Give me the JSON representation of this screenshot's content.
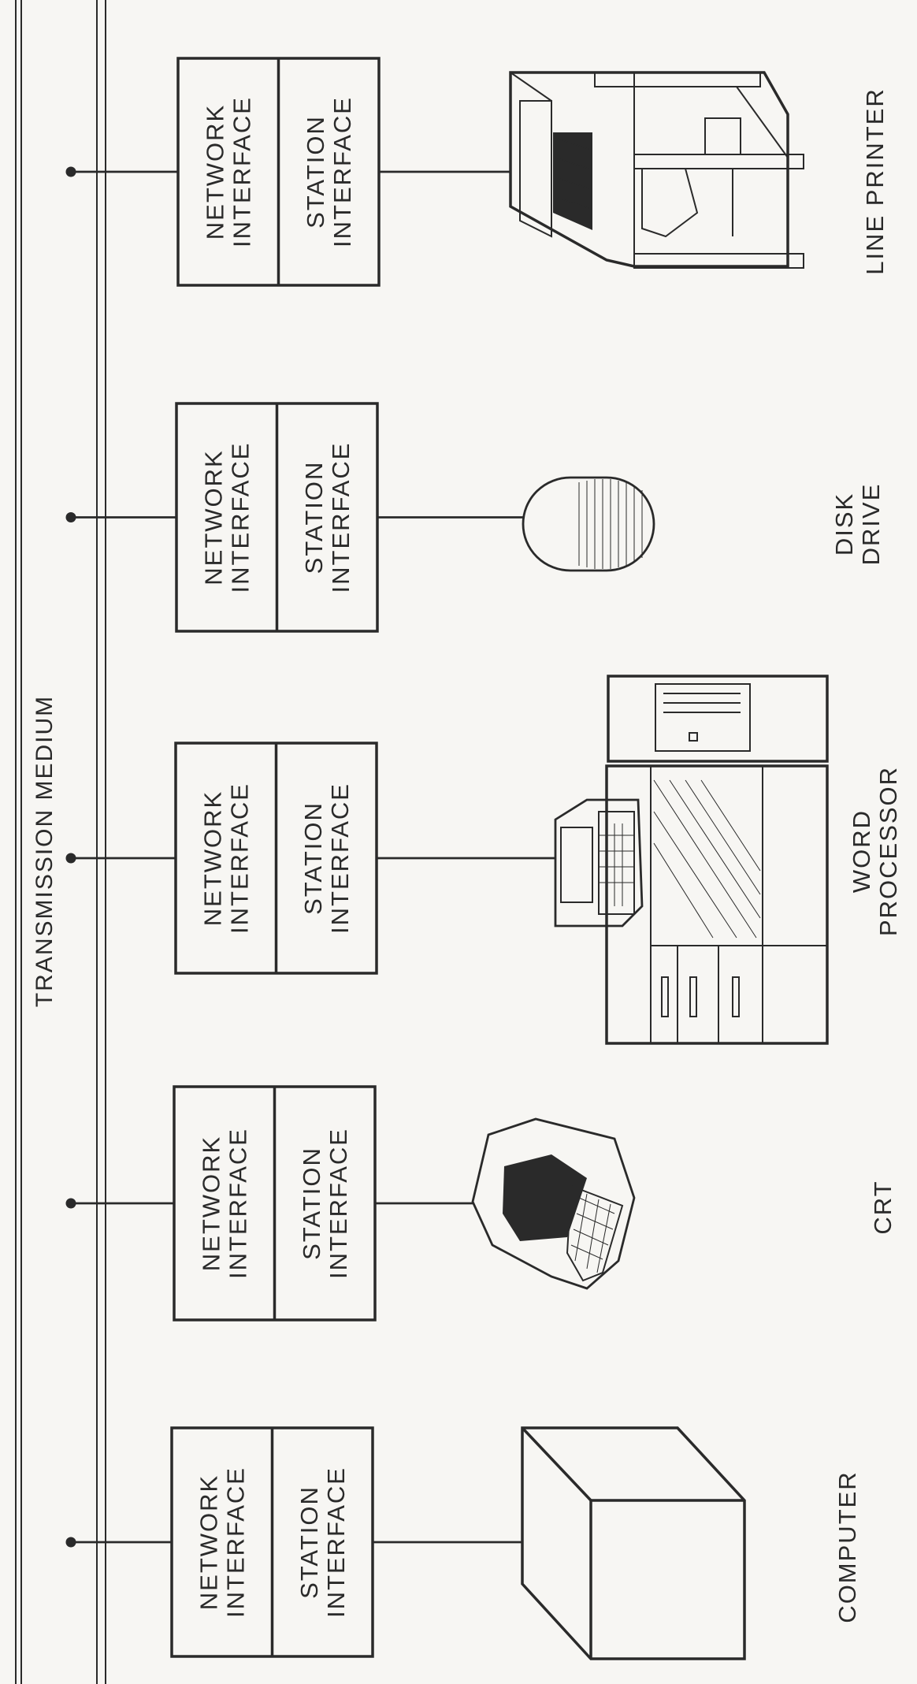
{
  "medium_label": "TRANSMISSION MEDIUM",
  "stations": [
    {
      "network_interface": "NETWORK\nINTERFACE",
      "station_interface": "STATION\nINTERFACE",
      "device": "LINE PRINTER",
      "device_icon": "line-printer-icon"
    },
    {
      "network_interface": "NETWORK\nINTERFACE",
      "station_interface": "STATION\nINTERFACE",
      "device": "DISK\nDRIVE",
      "device_icon": "disk-drive-icon"
    },
    {
      "network_interface": "NETWORK\nINTERFACE",
      "station_interface": "STATION\nINTERFACE",
      "device": "WORD\nPROCESSOR",
      "device_icon": "word-processor-icon"
    },
    {
      "network_interface": "NETWORK\nINTERFACE",
      "station_interface": "STATION\nINTERFACE",
      "device": "CRT",
      "device_icon": "crt-terminal-icon"
    },
    {
      "network_interface": "NETWORK\nINTERFACE",
      "station_interface": "STATION\nINTERFACE",
      "device": "COMPUTER",
      "device_icon": "computer-icon"
    }
  ]
}
